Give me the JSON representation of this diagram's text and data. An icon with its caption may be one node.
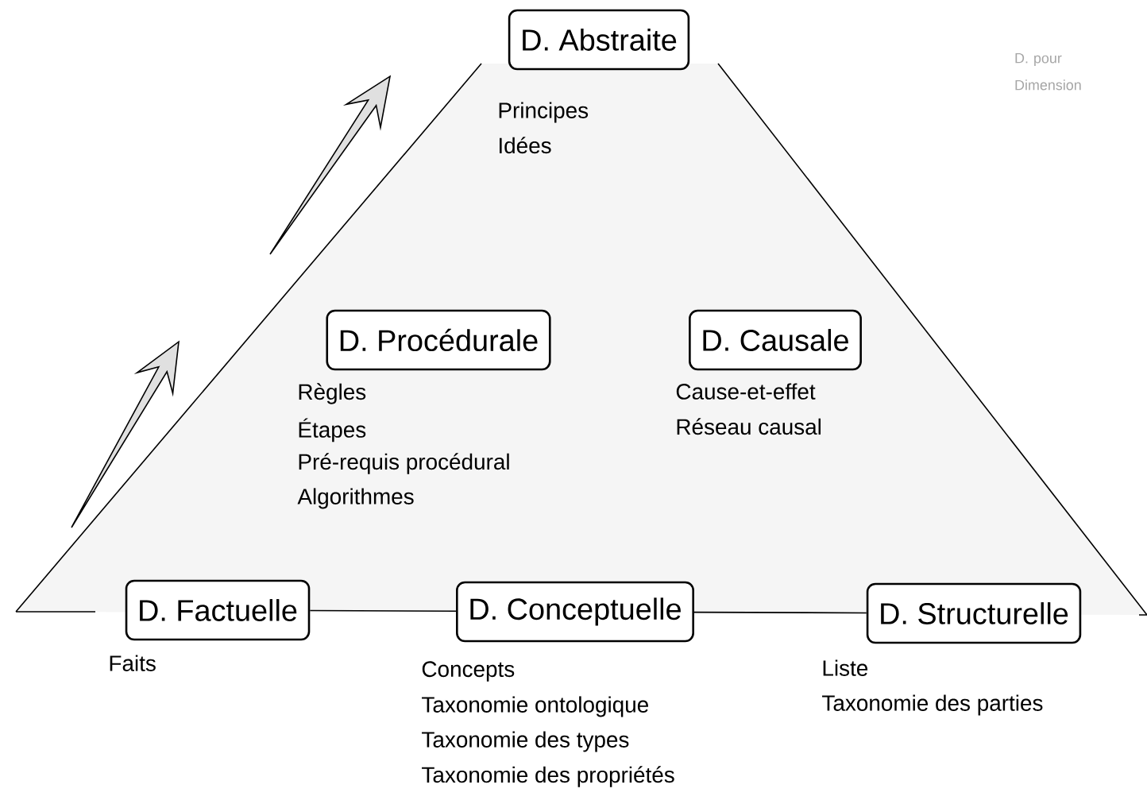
{
  "diagram": {
    "nodes": [
      {
        "text": [
          "D. Abstraite"
        ],
        "beside": [
          "Principes",
          "Idées"
        ]
      },
      {
        "text": [
          "D. Procédurale"
        ],
        "beside": [
          "Règles",
          "Étapes",
          "Pré-requis procédural",
          "Algorithmes"
        ]
      },
      {
        "text": [
          "D. Causale"
        ],
        "beside": [
          "Cause-et-effet",
          "Réseau causal"
        ]
      },
      {
        "text": [
          "D. Factuelle"
        ],
        "beside": [
          "Faits"
        ]
      },
      {
        "text": [
          "D. Conceptuelle"
        ],
        "beside": [
          "Concepts",
          "Taxonomie ontologique",
          "Taxonomie des types",
          "Taxonomie des propriétés"
        ]
      },
      {
        "text": [
          "D. Structurelle"
        ],
        "beside": [
          "Liste",
          "Taxonomie des parties"
        ]
      }
    ],
    "edges": [
      {
        "from": 3,
        "to": 4,
        "arrow": "none"
      },
      {
        "from": 4,
        "to": 5,
        "arrow": "none"
      }
    ],
    "labels": [
      "D. pour Dimension"
    ]
  }
}
